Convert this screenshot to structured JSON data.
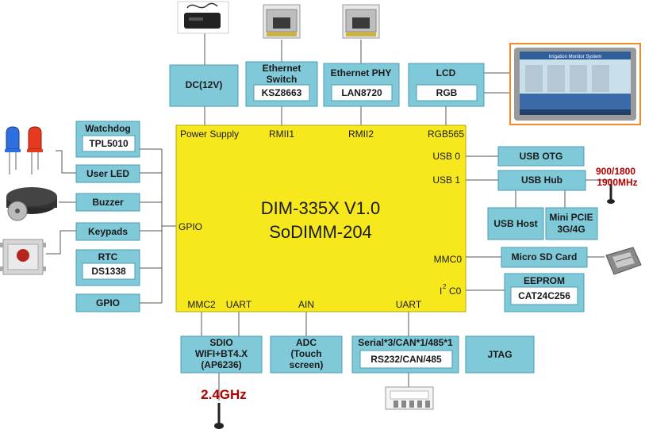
{
  "colors": {
    "module_box": "#7fc9d9",
    "module_border": "#4a9db3",
    "soc_body": "#f7e81e",
    "soc_border": "#b5a900",
    "antenna_label": "#b30000",
    "lcd_frame": "#f28a2c"
  },
  "soc": {
    "title": "DIM-335X V1.0",
    "subtitle": "SoDIMM-204",
    "pins": {
      "power_supply": "Power Supply",
      "rmii1": "RMII1",
      "rmii2": "RMII2",
      "rgb565": "RGB565",
      "usb0": "USB 0",
      "usb1": "USB 1",
      "gpio": "GPIO",
      "mmc0": "MMC0",
      "i2c_prefix": "I",
      "i2c_sup": "2",
      "i2c_suffix": "C0",
      "mmc2": "MMC2",
      "uart_left": "UART",
      "ain": "AIN",
      "uart_right": "UART"
    }
  },
  "top": {
    "dc": "DC(12V)",
    "eth_switch": {
      "line1": "Ethernet",
      "line2": "Switch",
      "chip": "KSZ8663"
    },
    "eth_phy": {
      "title": "Ethernet PHY",
      "chip": "LAN8720"
    },
    "lcd": {
      "title": "LCD",
      "chip": "RGB"
    },
    "lcd_screen_title": "Irrigation Monitor System"
  },
  "left": {
    "watchdog": {
      "title": "Watchdog",
      "chip": "TPL5010"
    },
    "user_led": "User LED",
    "buzzer": "Buzzer",
    "keypads": "Keypads",
    "rtc": {
      "title": "RTC",
      "chip": "DS1338"
    },
    "gpio": "GPIO"
  },
  "right": {
    "usb_otg": "USB OTG",
    "usb_hub": "USB Hub",
    "usb_host": "USB Host",
    "mini_pcie": {
      "line1": "Mini PCIE",
      "line2": "3G/4G"
    },
    "micro_sd": "Micro SD Card",
    "eeprom": {
      "title": "EEPROM",
      "chip": "CAT24C256"
    },
    "cell_antenna": {
      "line1": "900/1800",
      "line2": "1900MHz"
    }
  },
  "bottom": {
    "sdio": {
      "line1": "SDIO",
      "line2": "WIFI+BT4.X",
      "line3": "(AP6236)"
    },
    "adc": {
      "line1": "ADC",
      "line2": "(Touch",
      "line3": "screen)"
    },
    "serial": {
      "title": "Serial*3/CAN*1/485*1",
      "chip": "RS232/CAN/485"
    },
    "jtag": "JTAG",
    "wifi_antenna": "2.4GHz"
  }
}
